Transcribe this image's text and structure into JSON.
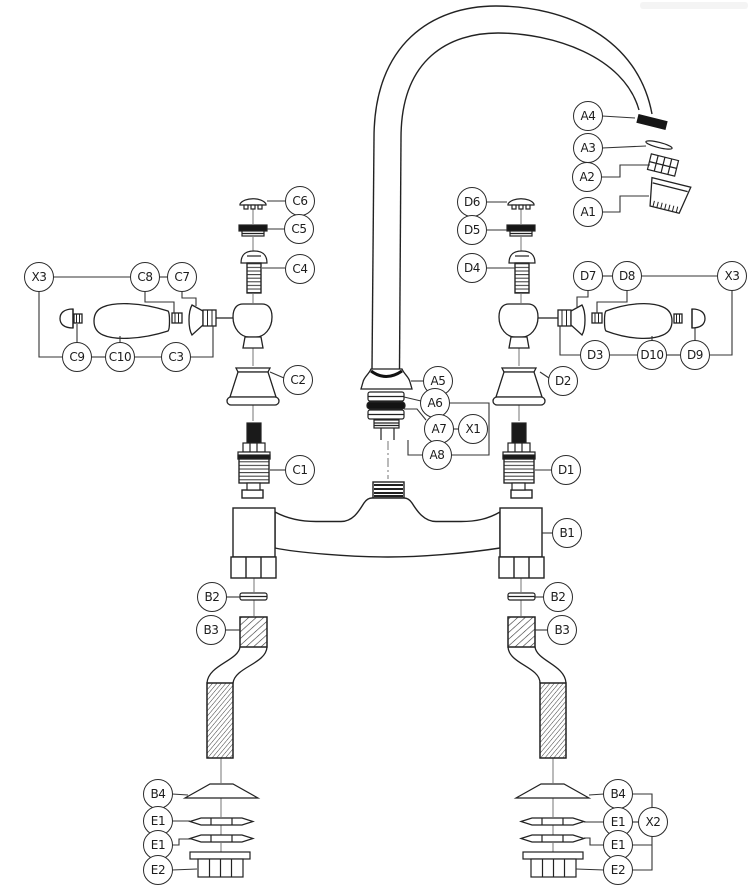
{
  "diagram": {
    "figure_type": "exploded parts diagram",
    "line_color": "#222222",
    "leader_color": "#333333",
    "centerline_color": "#666666",
    "seal_color": "#131313",
    "background": "#ffffff"
  },
  "callouts": {
    "a1": "A1",
    "a2": "A2",
    "a3": "A3",
    "a4": "A4",
    "a5": "A5",
    "a6": "A6",
    "a7": "A7",
    "a8": "A8",
    "b1": "B1",
    "b2_left": "B2",
    "b2_right": "B2",
    "b3_left": "B3",
    "b3_right": "B3",
    "b4_left": "B4",
    "b4_right": "B4",
    "c1": "C1",
    "c2": "C2",
    "c3": "C3",
    "c4": "C4",
    "c5": "C5",
    "c6": "C6",
    "c7": "C7",
    "c8": "C8",
    "c9": "C9",
    "c10": "C10",
    "d1": "D1",
    "d2": "D2",
    "d3": "D3",
    "d4": "D4",
    "d5": "D5",
    "d6": "D6",
    "d7": "D7",
    "d8": "D8",
    "d9": "D9",
    "d10": "D10",
    "e1_left_upper": "E1",
    "e1_left_lower": "E1",
    "e2_left": "E2",
    "e1_right_upper": "E1",
    "e1_right_lower": "E1",
    "e2_right": "E2",
    "x1": "X1",
    "x2": "X2",
    "x3_left": "X3",
    "x3_right": "X3"
  }
}
